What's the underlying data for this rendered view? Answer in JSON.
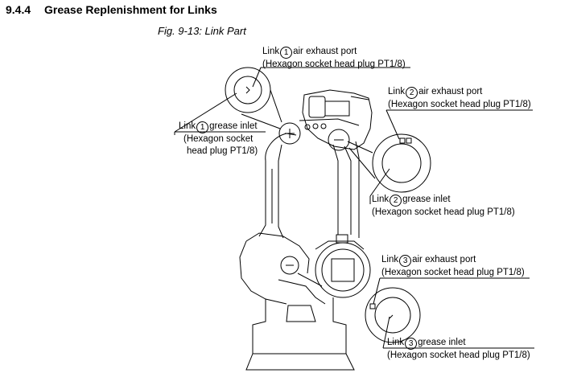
{
  "section": {
    "number": "9.4.4",
    "title": "Grease Replenishment for Links"
  },
  "figure": {
    "caption": "Fig. 9-13: Link Part"
  },
  "callouts": {
    "link1_exhaust": {
      "pre": "Link",
      "num": "1",
      "post": "air exhaust port",
      "sub1": "(Hexagon socket head plug PT1/8)"
    },
    "link2_exhaust": {
      "pre": "Link",
      "num": "2",
      "post": "air exhaust port",
      "sub1": "(Hexagon socket head plug PT1/8)"
    },
    "link1_inlet": {
      "pre": "Link",
      "num": "1",
      "post": "grease inlet",
      "sub1": "(Hexagon socket",
      "sub2": "head plug PT1/8)"
    },
    "link2_inlet": {
      "pre": "Link",
      "num": "2",
      "post": "grease inlet",
      "sub1": "(Hexagon socket head plug PT1/8)"
    },
    "link3_exhaust": {
      "pre": "Link",
      "num": "3",
      "post": "air exhaust port",
      "sub1": "(Hexagon socket head plug PT1/8)"
    },
    "link3_inlet": {
      "pre": "Link",
      "num": "3",
      "post": "grease inlet",
      "sub1": "(Hexagon socket head plug PT1/8)"
    }
  }
}
